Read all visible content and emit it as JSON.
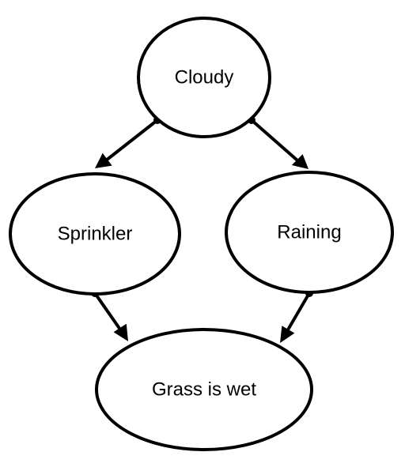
{
  "diagram": {
    "nodes": {
      "cloudy": {
        "label": "Cloudy"
      },
      "sprinkler": {
        "label": "Sprinkler"
      },
      "raining": {
        "label": "Raining"
      },
      "grass": {
        "label": "Grass is wet"
      }
    },
    "edges": [
      {
        "from": "cloudy",
        "to": "sprinkler"
      },
      {
        "from": "cloudy",
        "to": "raining"
      },
      {
        "from": "sprinkler",
        "to": "grass"
      },
      {
        "from": "raining",
        "to": "grass"
      }
    ],
    "colors": {
      "stroke": "#000000",
      "fill": "#ffffff",
      "background": "#ffffff"
    }
  }
}
